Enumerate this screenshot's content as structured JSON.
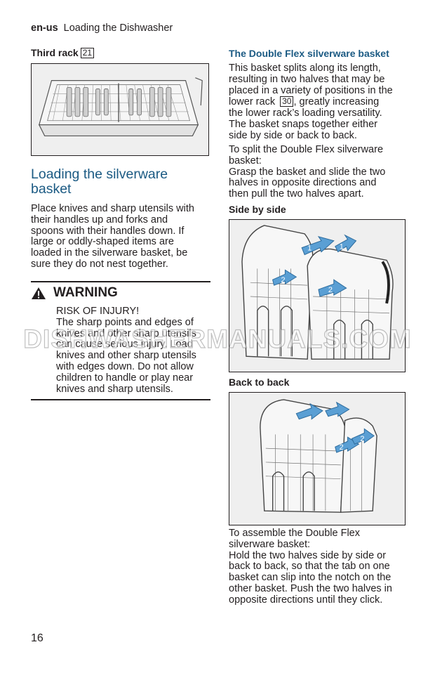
{
  "header": {
    "lang": "en-us",
    "title": "Loading the Dishwasher"
  },
  "third_rack": {
    "label": "Third rack",
    "ref": "21"
  },
  "silverware": {
    "heading_line1": "Loading the silverware",
    "heading_line2": "basket",
    "body": [
      "Place knives and sharp utensils with",
      "their handles up and forks and",
      "spoons with their handles down. If",
      "large or oddly-shaped items are",
      "loaded in the silverware basket, be",
      "sure they do not nest together."
    ]
  },
  "warning": {
    "title": "WARNING",
    "lines": [
      "RISK OF INJURY!",
      "The sharp points and edges of",
      "knives and other sharp utensils",
      "can cause serious injury. Load",
      "knives and other sharp utensils",
      "with edges down. Do not allow",
      "children to handle or play near",
      "knives and sharp utensils."
    ]
  },
  "double_flex": {
    "heading": "The Double Flex silverware basket",
    "p1_lines": [
      "This basket splits along its length,",
      "resulting in two halves that may be",
      "placed in a variety of positions in the"
    ],
    "p1_ref_prefix": "lower rack ",
    "p1_ref": "30",
    "p1_ref_suffix": ", greatly increasing",
    "p1_lines_after": [
      "the lower rack’s loading versatility.",
      "The basket snaps together either",
      "side by side or back to back."
    ],
    "p2_lines": [
      "To split the Double Flex silverware",
      "basket:",
      "Grasp the basket and slide the two",
      "halves in opposite directions and",
      "then pull the two halves apart."
    ],
    "side_by_side": "Side by side",
    "back_to_back": "Back to back",
    "p3_lines": [
      "To assemble the Double Flex",
      "silverware basket:",
      "Hold the two halves side by side or",
      "back to back, so that the tab on one",
      "basket can slip into the notch on the",
      "other basket. Push the two halves in",
      "opposite directions until they click."
    ],
    "arrow_labels": [
      "1",
      "1",
      "2",
      "2"
    ]
  },
  "watermark": "DISHWASHERMANUALS.COM",
  "page_number": "16"
}
